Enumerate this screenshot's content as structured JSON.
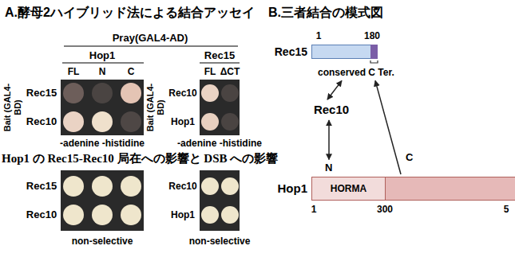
{
  "diagram": {
    "nodes": [
      {
        "text": [
          "Rec15"
        ]
      },
      {
        "text": [
          "conserved C Ter."
        ],
        "in": 0
      },
      {
        "text": [
          "Rec10"
        ]
      },
      {
        "text": [
          "Hop1"
        ]
      },
      {
        "text": [
          "N",
          "HORMA"
        ],
        "in": 3
      },
      {
        "text": [
          "C"
        ],
        "in": 3
      }
    ],
    "edges": [
      {
        "from": 2,
        "to": 1,
        "arrow": "both"
      },
      {
        "from": 2,
        "to": 4,
        "arrow": "both"
      },
      {
        "from": 5,
        "to": 1,
        "arrow": "to"
      }
    ],
    "labels": [
      "A.酵母2ハイブリッド法による結合アッセイ",
      "B.三者結合の模式図",
      "Pray(GAL4-AD)",
      "Hop1",
      "Rec15",
      "FL",
      "N",
      "C",
      "FL",
      "ΔCT",
      "Bait (GAL4-BD)",
      "Rec15",
      "Rec10",
      "Bait (GAL4-BD)",
      "Rec10",
      "Hop1",
      "-adenine -histidine",
      "-adenine -histidine",
      "Hop1 の Rec15-Rec10 局在への影響と DSB への影響",
      "Rec15",
      "Rec10",
      "Rec10",
      "Hop1",
      "non-selective",
      "non-selective",
      "1",
      "180",
      "1",
      "300",
      "5"
    ]
  }
}
